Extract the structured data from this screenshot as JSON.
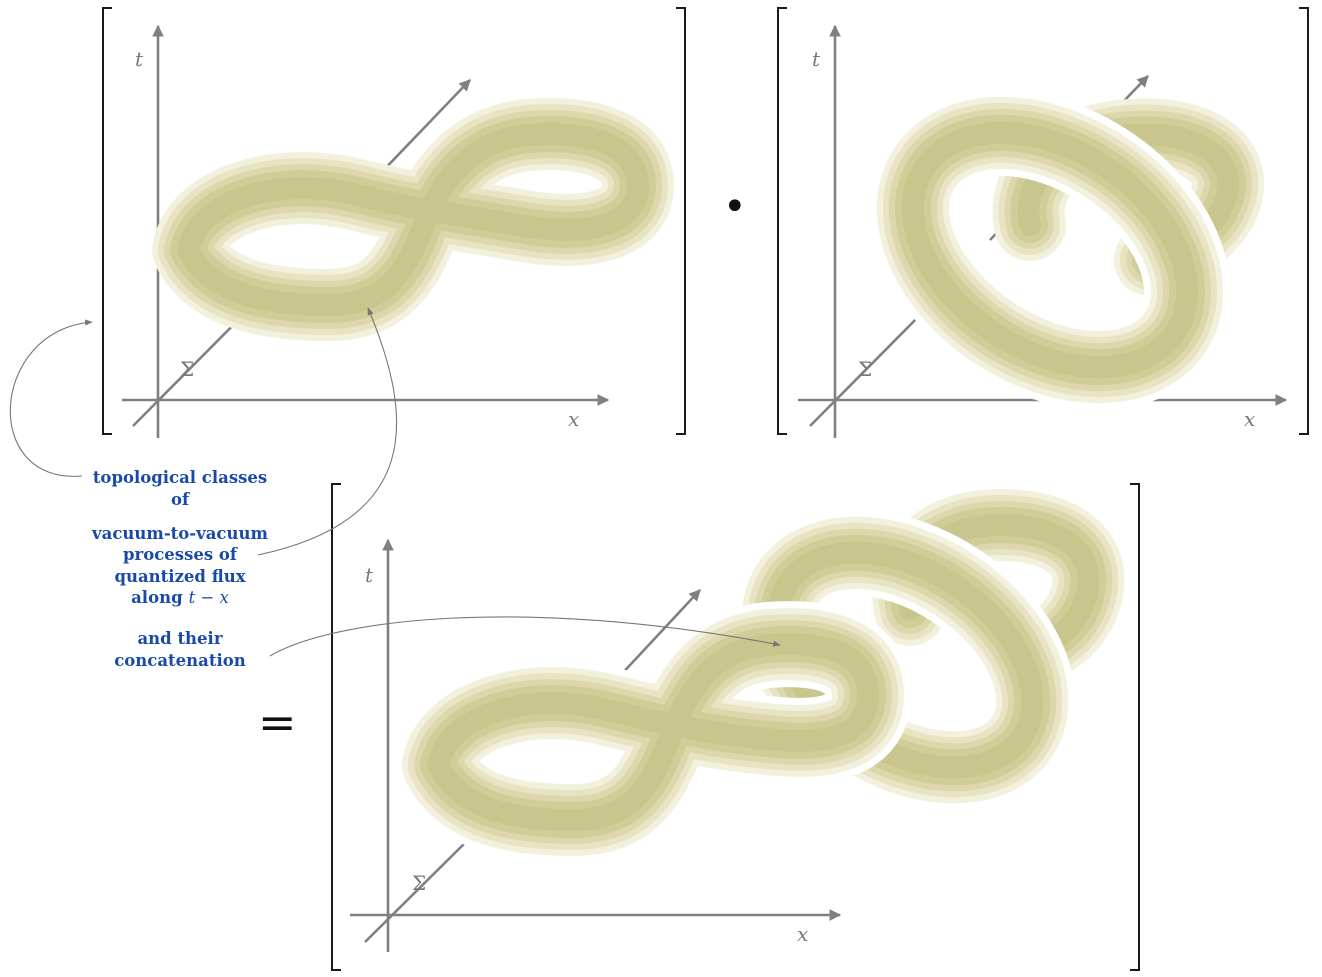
{
  "panels": [
    {
      "axis_t": "t",
      "axis_x": "x",
      "sigma": "Σ",
      "knot": "figure-eight"
    },
    {
      "axis_t": "t",
      "axis_x": "x",
      "sigma": "Σ",
      "knot": "twisted-loop"
    },
    {
      "axis_t": "t",
      "axis_x": "x",
      "sigma": "Σ",
      "knot": "concatenation"
    }
  ],
  "operators": {
    "product": "•",
    "equals": "="
  },
  "annotation": {
    "line1": "topological classes",
    "line2": "of",
    "line3": "vacuum-to-vacuum",
    "line4": "processes of",
    "line5": "quantized flux",
    "line6_prefix": "along",
    "line6_math": "t − x",
    "line7": "and their",
    "line8": "concatenation"
  },
  "colors": {
    "tube_outer": "#f1eed9",
    "tube_core": "#c9c68d",
    "axis": "#808080",
    "annotation": "#1a4aa8"
  }
}
